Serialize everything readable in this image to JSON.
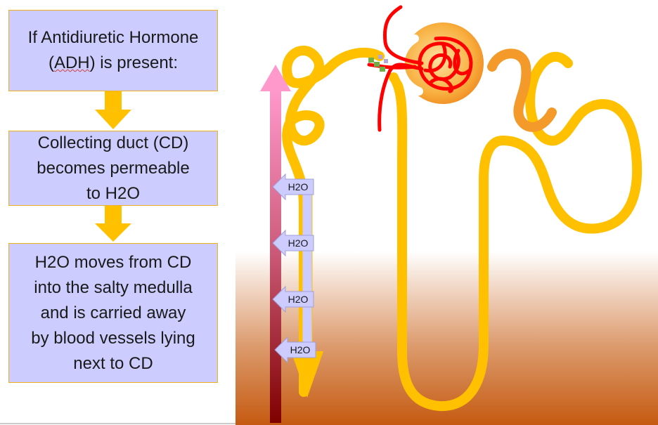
{
  "flow_steps": [
    {
      "text_before": "If Antidiuretic Hormone (",
      "text_underlined": "ADH",
      "text_after": ") is present:"
    },
    {
      "text": "Collecting duct (CD)\nbecomes permeable\nto H2O"
    },
    {
      "text": "H2O moves from CD\ninto the salty medulla\nand is carried away\nby blood vessels lying\nnext to CD"
    }
  ],
  "water_arrows": [
    {
      "label": "H2O"
    },
    {
      "label": "H2O"
    },
    {
      "label": "H2O"
    },
    {
      "label": "H2O"
    }
  ],
  "colors": {
    "box_fill": "#ccccff",
    "box_border": "#f0b020",
    "flow_arrow": "#ffc000",
    "tubule": "#ffc000",
    "glomerulus": "#ff0000",
    "capsule": "#f5a623",
    "medulla_top": "#ffffff",
    "medulla_bottom": "#c55a11",
    "blood_vessel_top": "#ff99cc",
    "blood_vessel_bottom": "#800000",
    "water_arrow_fill": "#ccccff"
  }
}
